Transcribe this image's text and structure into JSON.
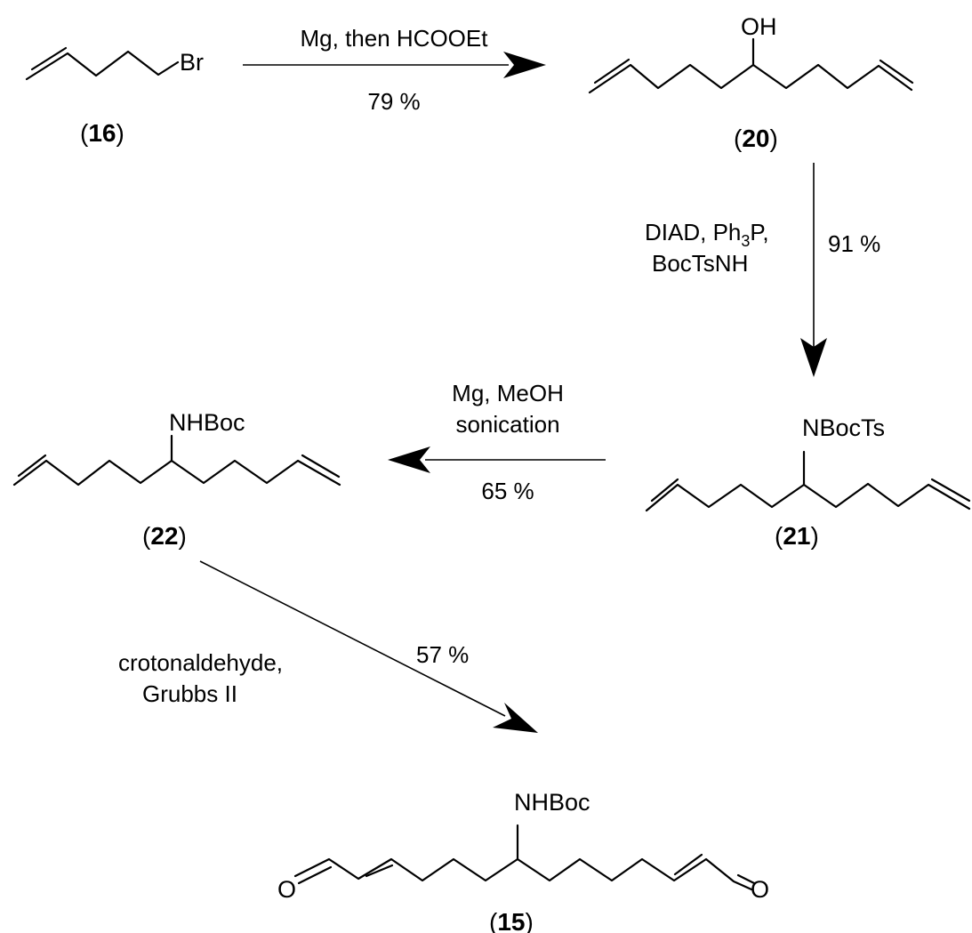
{
  "compounds": {
    "c16": {
      "atom": "Br",
      "label_open": "(",
      "label_num": "16",
      "label_close": ")"
    },
    "c20": {
      "atom": "OH",
      "label_open": "(",
      "label_num": "20",
      "label_close": ")"
    },
    "c21": {
      "atom": "NBocTs",
      "label_open": "(",
      "label_num": "21",
      "label_close": ")"
    },
    "c22": {
      "atom": "NHBoc",
      "label_open": "(",
      "label_num": "22",
      "label_close": ")"
    },
    "c15": {
      "atom": "NHBoc",
      "atom_o_left": "O",
      "atom_o_right": "O",
      "label_open": "(",
      "label_num": "15",
      "label_close": ")"
    }
  },
  "steps": {
    "s1": {
      "reagents": "Mg, then HCOOEt",
      "yield": "79 %"
    },
    "s2": {
      "reagents_line1_a": "DIAD, Ph",
      "reagents_line1_sub": "3",
      "reagents_line1_b": "P,",
      "reagents_line2": "BocTsNH",
      "yield": "91 %"
    },
    "s3": {
      "reagents_line1": "Mg, MeOH",
      "reagents_line2": "sonication",
      "yield": "65 %"
    },
    "s4": {
      "reagents_line1": "crotonaldehyde,",
      "reagents_line2": "Grubbs II",
      "yield": "57 %"
    }
  }
}
